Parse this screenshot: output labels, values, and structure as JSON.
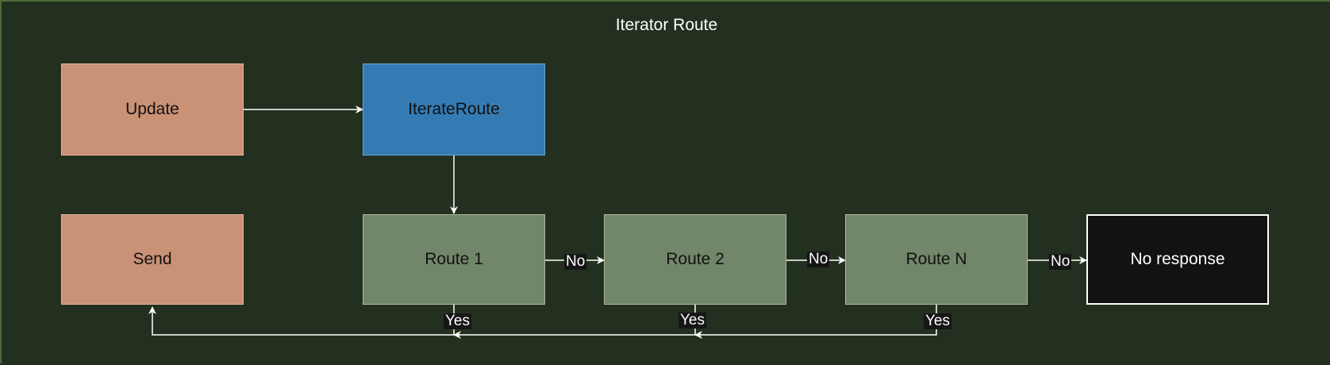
{
  "diagram": {
    "title": "Iterator Route",
    "nodes": {
      "update": "Update",
      "iterate": "IterateRoute",
      "send": "Send",
      "route1": "Route 1",
      "route2": "Route 2",
      "routeN": "Route N",
      "noresp": "No response"
    },
    "edge_labels": {
      "r1_no": "No",
      "r2_no": "No",
      "rn_no": "No",
      "r1_yes": "Yes",
      "r2_yes": "Yes",
      "rn_yes": "Yes"
    },
    "colors": {
      "background": "#23301f",
      "orange": "#c99176",
      "blue": "#357bb3",
      "green": "#72876a",
      "black": "#121212",
      "edge": "#ffffff"
    }
  }
}
